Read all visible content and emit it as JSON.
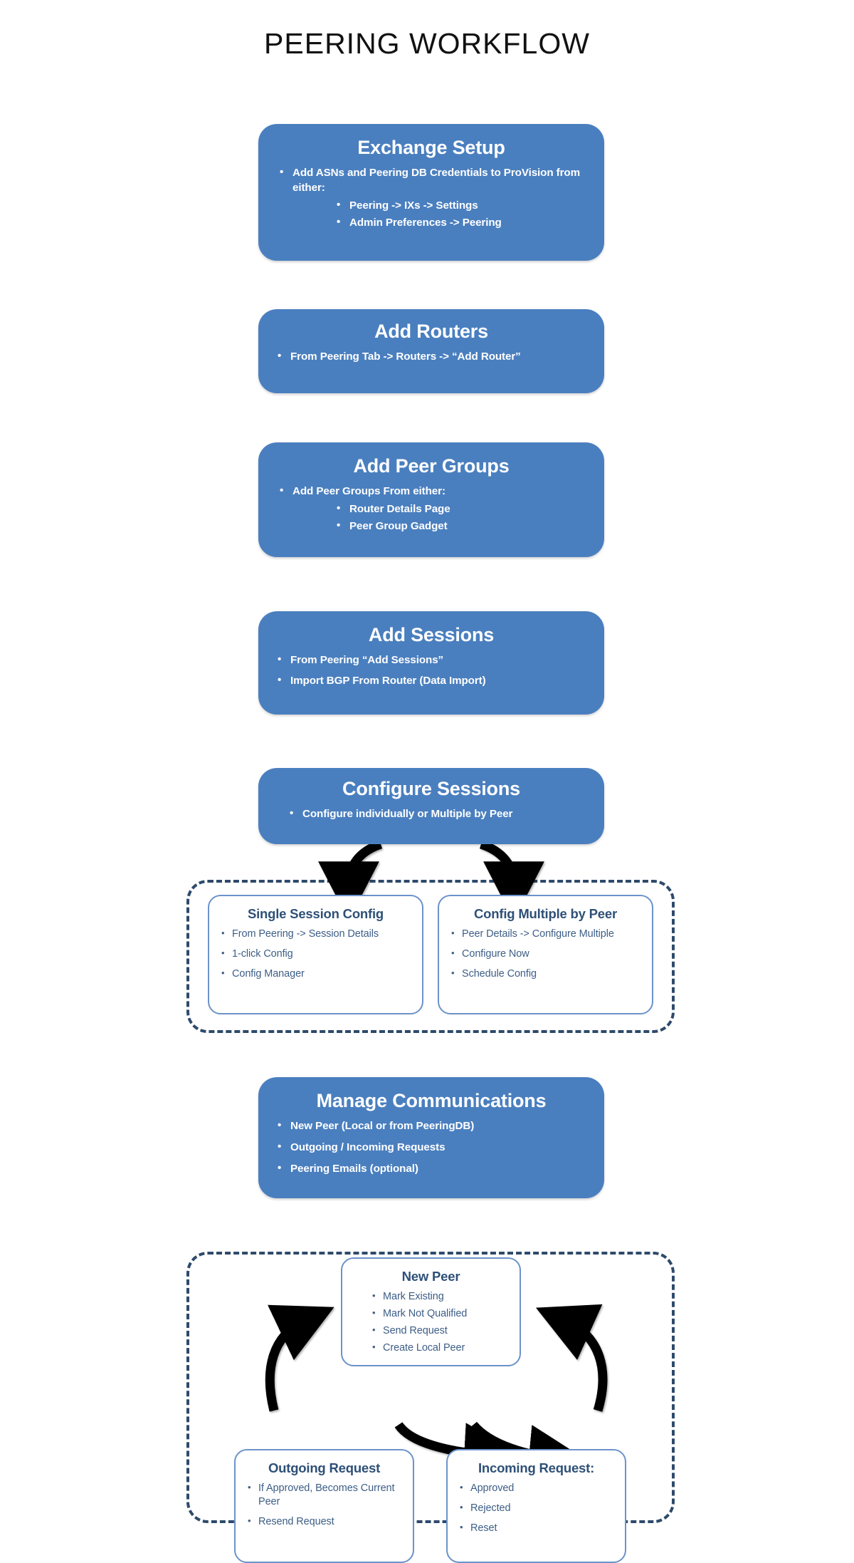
{
  "title": "PEERING WORKFLOW",
  "theme": {
    "stage_fill": "#4a7fbf",
    "stage_text": "#ffffff",
    "subbox_border": "#6b93c9",
    "subbox_title": "#2e5077",
    "subbox_text": "#3d5e86",
    "dashed_border": "#2e4a6b",
    "arrow": "#000000",
    "background": "#ffffff"
  },
  "stages": [
    {
      "id": "exchange-setup",
      "title": "Exchange Setup",
      "items": [
        "Add ASNs and Peering DB Credentials to ProVision from either:"
      ],
      "subitems": [
        "Peering -> IXs -> Settings",
        "Admin Preferences -> Peering"
      ]
    },
    {
      "id": "add-routers",
      "title": "Add Routers",
      "items": [
        "From Peering Tab -> Routers -> “Add Router”"
      ],
      "subitems": []
    },
    {
      "id": "add-peer-groups",
      "title": "Add Peer Groups",
      "items": [
        "Add Peer Groups From either:"
      ],
      "subitems": [
        "Router Details Page",
        "Peer Group Gadget"
      ]
    },
    {
      "id": "add-sessions",
      "title": "Add Sessions",
      "items": [
        "From  Peering “Add Sessions”",
        "Import BGP From Router (Data Import)"
      ],
      "subitems": []
    },
    {
      "id": "configure-sessions",
      "title": "Configure Sessions",
      "items": [
        "Configure individually or Multiple by Peer"
      ],
      "subitems": []
    },
    {
      "id": "manage-communications",
      "title": "Manage Communications",
      "items": [
        "New Peer (Local or from PeeringDB)",
        "Outgoing / Incoming Requests",
        "Peering Emails (optional)"
      ],
      "subitems": []
    }
  ],
  "config_group": {
    "boxes": [
      {
        "id": "single-session-config",
        "title": "Single Session Config",
        "items": [
          "From Peering -> Session Details",
          "1-click Config",
          "Config Manager"
        ]
      },
      {
        "id": "config-multiple-by-peer",
        "title": "Config Multiple by Peer",
        "items": [
          "Peer Details -> Configure Multiple",
          "Configure Now",
          "Schedule Config"
        ]
      }
    ]
  },
  "peer_group": {
    "boxes": [
      {
        "id": "new-peer",
        "title": "New Peer",
        "items": [
          "Mark Existing",
          "Mark Not Qualified",
          "Send Request",
          "Create Local Peer"
        ]
      },
      {
        "id": "outgoing-request",
        "title": "Outgoing Request",
        "items": [
          "If Approved, Becomes Current Peer",
          "Resend Request"
        ]
      },
      {
        "id": "incoming-request",
        "title": "Incoming Request:",
        "items": [
          "Approved",
          "Rejected",
          "Reset"
        ]
      }
    ]
  }
}
